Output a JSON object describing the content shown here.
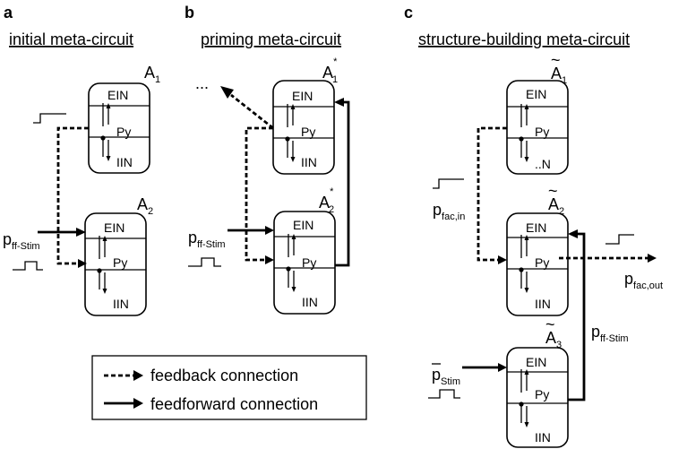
{
  "panels": {
    "a": {
      "letter": "a",
      "title": "initial meta-circuit"
    },
    "b": {
      "letter": "b",
      "title": "priming meta-circuit"
    },
    "c": {
      "letter": "c",
      "title": "structure-building meta-circuit"
    }
  },
  "layers": {
    "ein": "EIN",
    "py": "Py",
    "iin": "IIN",
    "iin_trunc": "..N"
  },
  "assemblies": {
    "a1": {
      "base": "A",
      "sub": "1"
    },
    "a2": {
      "base": "A",
      "sub": "2"
    },
    "b1": {
      "base": "A",
      "sub": "1",
      "sup": "*"
    },
    "b2": {
      "base": "A",
      "sub": "2",
      "sup": "*"
    },
    "c1": {
      "base": "A",
      "sub": "1",
      "mark": "~"
    },
    "c2": {
      "base": "A",
      "sub": "2",
      "mark": "~"
    },
    "c3": {
      "base": "A",
      "sub": "3",
      "mark": "~"
    }
  },
  "inputs": {
    "ff_stim": {
      "base": "p",
      "sub": "ff-Stim"
    },
    "fac_in": {
      "base": "p",
      "sub": "fac,in"
    },
    "fac_out": {
      "base": "p",
      "sub": "fac,out"
    },
    "stim": {
      "base": "p",
      "sub": "Stim",
      "mark": "‾"
    }
  },
  "ellipsis": "...",
  "legend": {
    "feedback": "feedback connection",
    "feedforward": "feedforward connection"
  }
}
